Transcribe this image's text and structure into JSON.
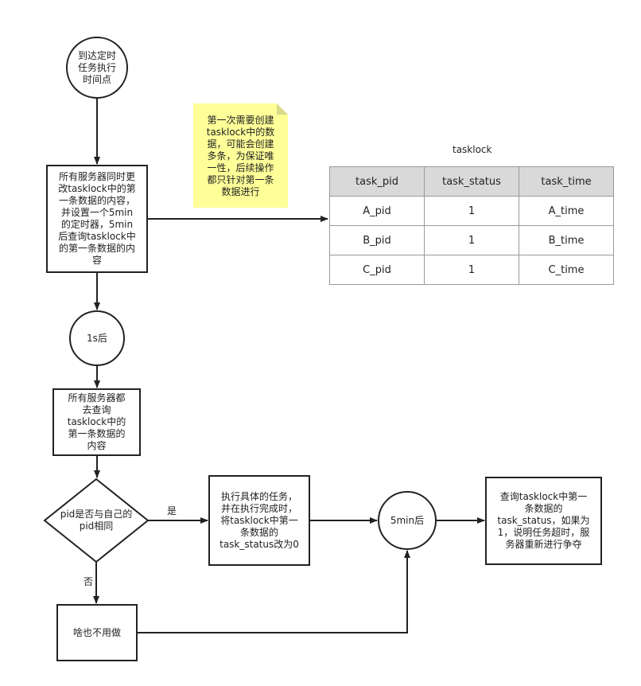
{
  "nodes": {
    "start": "到达定时\n任务执行\n时间点",
    "update_all": "所有服务器同时更\n改tasklock中的第\n一条数据的内容，\n并设置一个5min\n的定时器，5min\n后查询tasklock中\n的第一条数据的内\n容",
    "wait_1s": "1s后",
    "query_all": "所有服务器都\n去查询\ntasklock中的\n第一条数据的\n内容",
    "decision": "pid是否与自己的\npid相同",
    "execute": "执行具体的任务，\n并在执行完成时，\n将tasklock中第一\n条数据的\ntask_status改为0",
    "wait_5min": "5min后",
    "check_timeout": "查询tasklock中第一\n条数据的\ntask_status，如果为\n1，说明任务超时，服\n务器重新进行争夺",
    "do_nothing": "啥也不用做"
  },
  "note": "第一次需要创建\ntasklock中的数\n据，可能会创建\n多条，为保证唯\n一性，后续操作\n都只针对第一条\n数据进行",
  "edge_labels": {
    "yes": "是",
    "no": "否"
  },
  "table": {
    "title": "tasklock",
    "headers": [
      "task_pid",
      "task_status",
      "task_time"
    ],
    "rows": [
      [
        "A_pid",
        "1",
        "A_time"
      ],
      [
        "B_pid",
        "1",
        "B_time"
      ],
      [
        "C_pid",
        "1",
        "C_time"
      ]
    ]
  },
  "colors": {
    "note_fill": "#ffff99",
    "note_fold": "#d9d98a",
    "header_fill": "#d9d9d9",
    "stroke": "#222222"
  }
}
